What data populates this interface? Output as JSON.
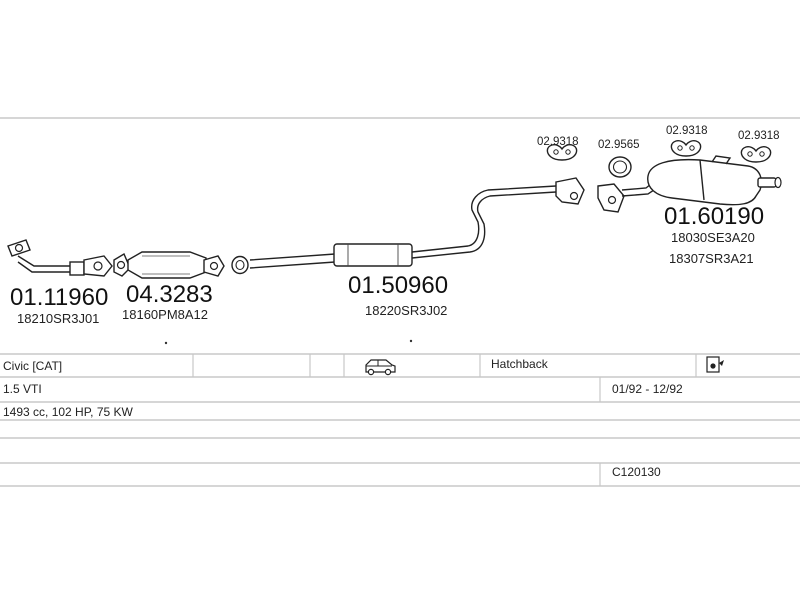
{
  "parts": [
    {
      "number": "01.11960",
      "oem": "18210SR3J01"
    },
    {
      "number": "04.3283",
      "oem": "18160PM8A12"
    },
    {
      "number": "01.50960",
      "oem": "18220SR3J02"
    },
    {
      "number": "01.60190",
      "oem": "18030SE3A20",
      "oem2": "18307SR3A21"
    }
  ],
  "hardware": [
    {
      "number": "02.9318"
    },
    {
      "number": "02.9565"
    },
    {
      "number": "02.9318"
    },
    {
      "number": "02.9318"
    }
  ],
  "vehicle": {
    "model": "Civic  [CAT]",
    "body": "Hatchback",
    "engine": "1.5 VTI",
    "years": "01/92 - 12/92",
    "specs": "1493 cc, 102 HP, 75 KW",
    "code": "C120130"
  },
  "icons": [
    "car-icon",
    "exhaust-note-icon"
  ]
}
